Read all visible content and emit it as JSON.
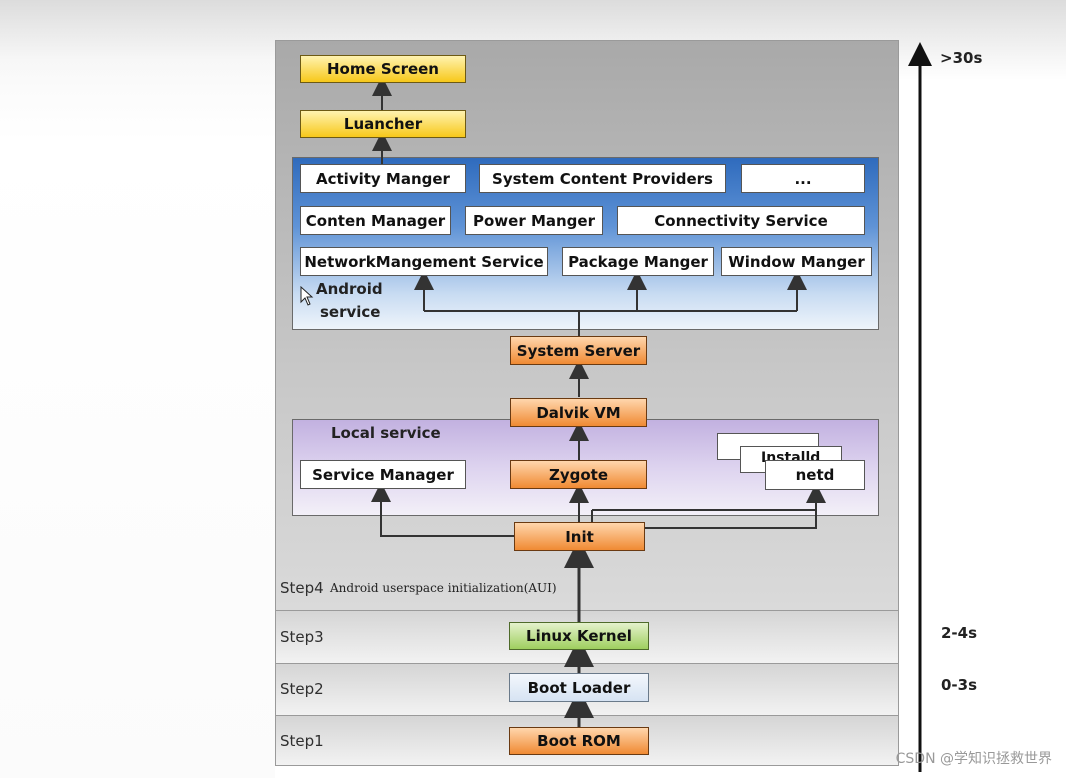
{
  "diagram": {
    "nodes": {
      "home_screen": "Home Screen",
      "launcher": "Luancher",
      "activity_manager": "Activity Manger",
      "system_content_providers": "System Content Providers",
      "more": "...",
      "content_manager": "Conten Manager",
      "power_manager": "Power Manger",
      "connectivity_service": "Connectivity Service",
      "network_management_service": "NetworkMangement Service",
      "package_manager": "Package Manger",
      "window_manager": "Window Manger",
      "system_server": "System Server",
      "dalvik_vm": "Dalvik VM",
      "service_manager": "Service Manager",
      "zygote": "Zygote",
      "installd": "Installd",
      "netd": "netd",
      "init": "Init",
      "linux_kernel": "Linux Kernel",
      "boot_loader": "Boot Loader",
      "boot_rom": "Boot ROM"
    },
    "panels": {
      "android_service_line1": "Android",
      "android_service_line2": "service",
      "local_service": "Local service"
    },
    "steps": {
      "step4": "Step4",
      "step4_desc": "Android userspace initialization(AUI)",
      "step3": "Step3",
      "step2": "Step2",
      "step1": "Step1"
    },
    "timeline": {
      "over_30s": ">30s",
      "range_2_4s": "2-4s",
      "range_0_3s": "0-3s"
    },
    "colors": {
      "yellow": "#f7c81a",
      "orange": "#f08a33",
      "green": "#9fcf5f",
      "android_panel": "#2f6bbd",
      "local_panel": "#c2b1e0"
    }
  },
  "watermark": "CSDN @学知识拯救世界"
}
